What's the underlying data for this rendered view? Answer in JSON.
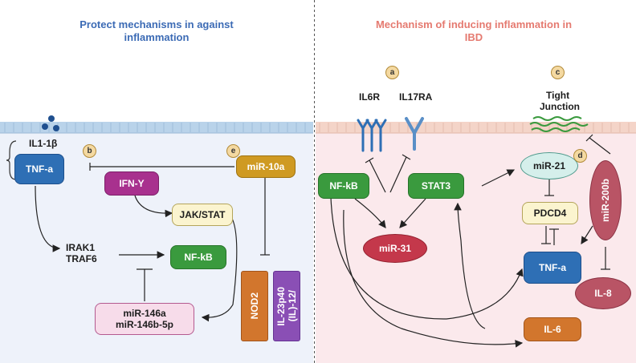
{
  "titles": {
    "left": "Protect mechanisms in against inflammation",
    "right": "Mechanism of inducing inflammation in IBD"
  },
  "left_panel": {
    "il1b": "IL1-1β",
    "tnf_a": "TNF-a",
    "ifn_y": "IFN-Y",
    "mir_10a": "miR-10a",
    "jak_stat": "JAK/STAT",
    "irak1": "IRAK1",
    "traf6": "TRAF6",
    "nf_kb": "NF-kB",
    "mir_146a": "miR-146a",
    "mir_146b": "miR-146b-5p",
    "nod2": "NOD2",
    "il12": "(IL)-12/",
    "il23": "IL-23p40"
  },
  "right_panel": {
    "il6r": "IL6R",
    "il17ra": "IL17RA",
    "tight_junction_1": "Tight",
    "tight_junction_2": "Junction",
    "nf_kb": "NF-kB",
    "stat3": "STAT3",
    "mir_31": "miR-31",
    "mir_21": "miR-21",
    "pdcd4": "PDCD4",
    "mir_200b": "miR-200b",
    "tnf_a": "TNF-a",
    "il_8": "IL-8",
    "il_6": "IL-6"
  },
  "badges": {
    "a": "a",
    "b": "b",
    "c": "c",
    "d": "d",
    "e": "e"
  },
  "colors": {
    "left_bg": "#eef2fa",
    "right_bg": "#fbe9ec",
    "membrane_left": "#b9d3ea",
    "membrane_right": "#f4d4c8"
  }
}
